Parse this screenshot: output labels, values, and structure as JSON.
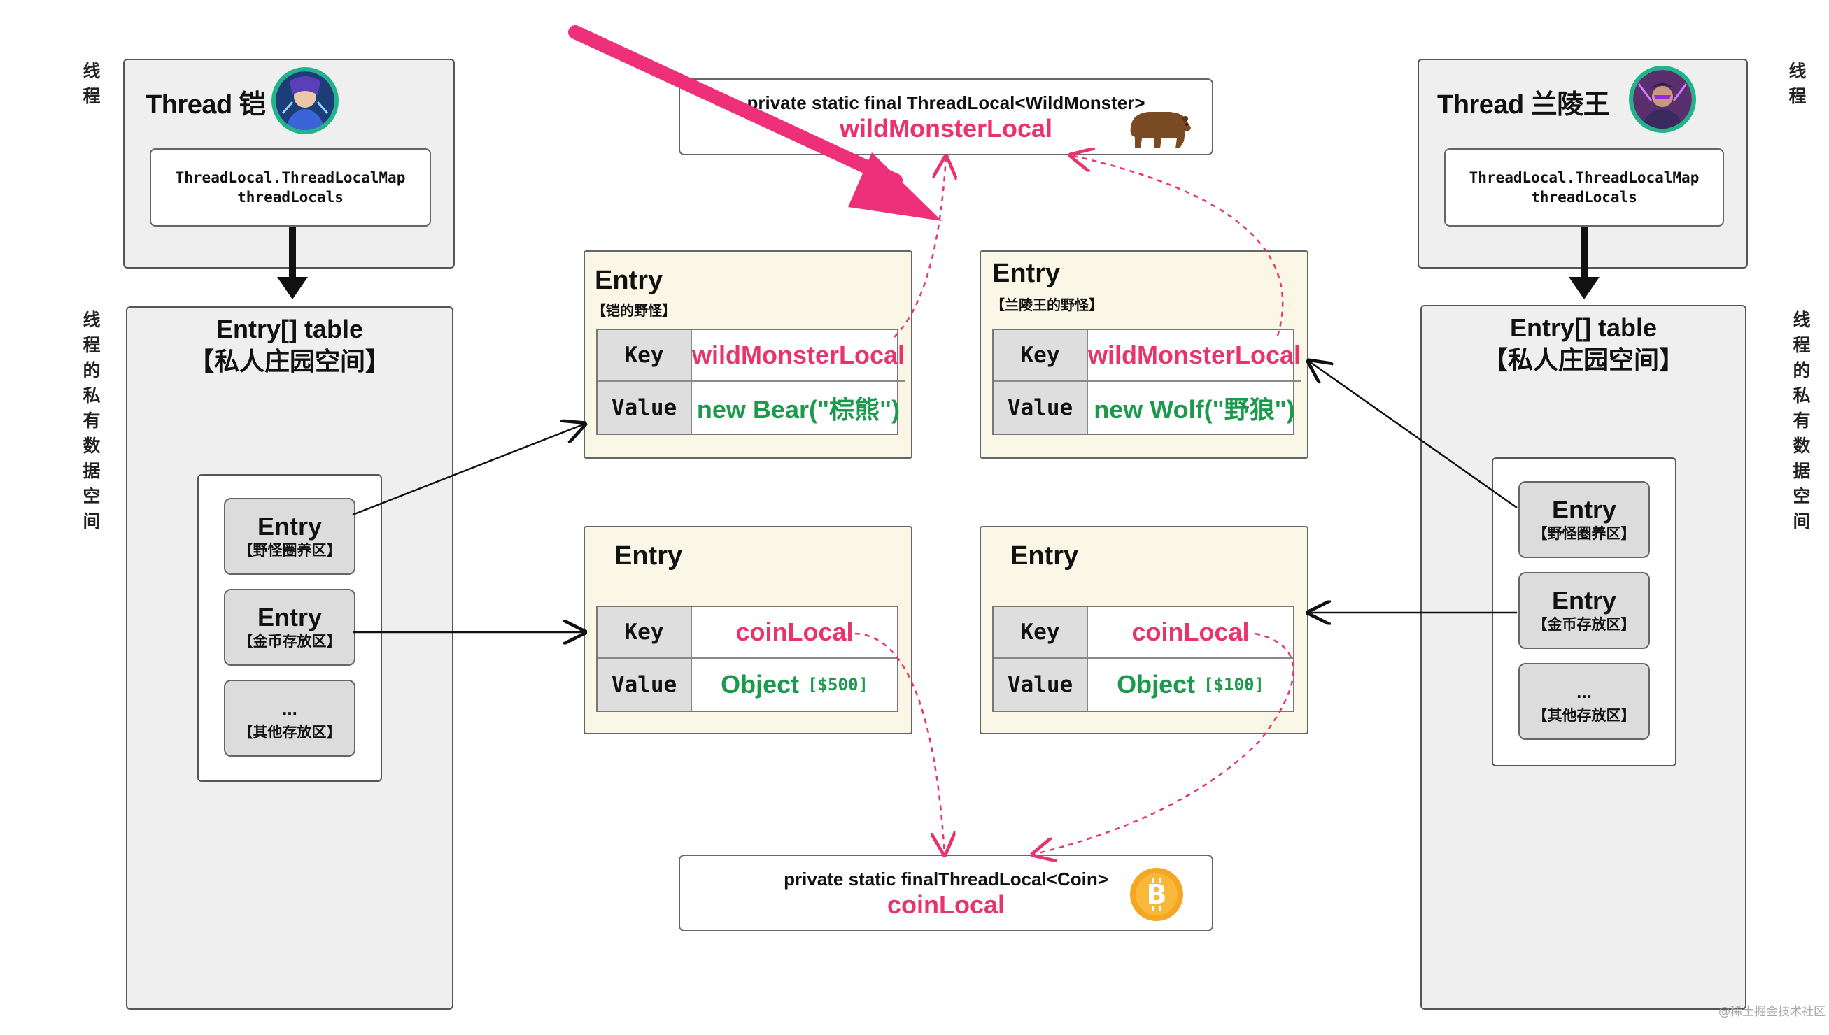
{
  "side_labels": {
    "thread": "线程",
    "private_space": "线程的私有数据空间"
  },
  "threads": [
    {
      "title": "Thread 铠",
      "avatar_icon": "hero-avatar-kai",
      "map_line1": "ThreadLocal.ThreadLocalMap",
      "map_line2": "threadLocals",
      "table_title": "Entry[] table",
      "table_subtitle": "【私人庄园空间】",
      "slots": [
        {
          "title": "Entry",
          "sub": "【野怪圈养区】"
        },
        {
          "title": "Entry",
          "sub": "【金币存放区】"
        },
        {
          "title": "...",
          "sub": "【其他存放区】"
        }
      ]
    },
    {
      "title": "Thread 兰陵王",
      "avatar_icon": "hero-avatar-lanlingwang",
      "map_line1": "ThreadLocal.ThreadLocalMap",
      "map_line2": "threadLocals",
      "table_title": "Entry[] table",
      "table_subtitle": "【私人庄园空间】",
      "slots": [
        {
          "title": "Entry",
          "sub": "【野怪圈养区】"
        },
        {
          "title": "Entry",
          "sub": "【金币存放区】"
        },
        {
          "title": "...",
          "sub": "【其他存放区】"
        }
      ]
    }
  ],
  "entries": {
    "kai_monster": {
      "title": "Entry",
      "subtitle": "【铠的野怪】",
      "key_label": "Key",
      "value_label": "Value",
      "key": "wildMonsterLocal",
      "value": "new Bear(\"棕熊\")"
    },
    "llw_monster": {
      "title": "Entry",
      "subtitle": "【兰陵王的野怪】",
      "key_label": "Key",
      "value_label": "Value",
      "key": "wildMonsterLocal",
      "value": "new Wolf(\"野狼\")"
    },
    "kai_coin": {
      "title": "Entry",
      "key_label": "Key",
      "value_label": "Value",
      "key": "coinLocal",
      "value_main": "Object",
      "value_sub": "[$500]"
    },
    "llw_coin": {
      "title": "Entry",
      "key_label": "Key",
      "value_label": "Value",
      "key": "coinLocal",
      "value_main": "Object",
      "value_sub": "[$100]"
    }
  },
  "declarations": {
    "monster": {
      "line": "private static final ThreadLocal<WildMonster>",
      "name": "wildMonsterLocal",
      "icon": "bear-icon"
    },
    "coin": {
      "line": "private static finalThreadLocal<Coin>",
      "name": "coinLocal",
      "icon": "bitcoin-icon"
    }
  },
  "colors": {
    "key_pink": "#e8336d",
    "value_green": "#1a9a4a",
    "entry_bg": "#fbf7e6",
    "panel_bg": "#efefef",
    "highlight_arrow": "#ee2f7a",
    "avatar_ring": "#1fb48a"
  },
  "watermark": "@稀土掘金技术社区"
}
